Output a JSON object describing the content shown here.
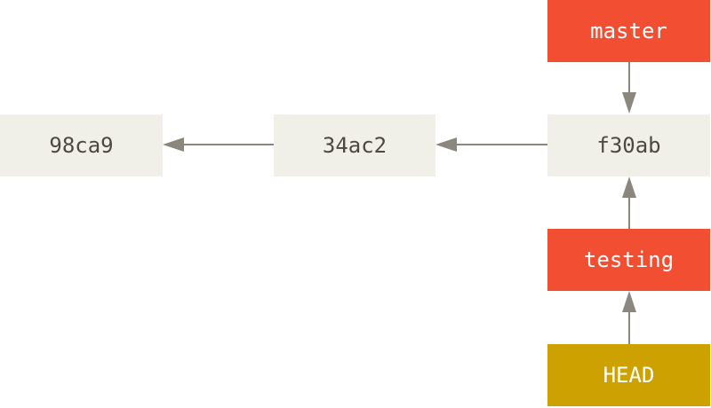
{
  "colors": {
    "commit_fill": "#f0efe8",
    "commit_text": "#4d4842",
    "branch_fill": "#f14e32",
    "head_fill": "#cda100",
    "label_text": "#ffffff",
    "arrow": "#8b877f"
  },
  "commits": [
    {
      "id": "98ca9"
    },
    {
      "id": "34ac2"
    },
    {
      "id": "f30ab"
    }
  ],
  "branches": {
    "master": "master",
    "testing": "testing"
  },
  "head": {
    "label": "HEAD"
  }
}
